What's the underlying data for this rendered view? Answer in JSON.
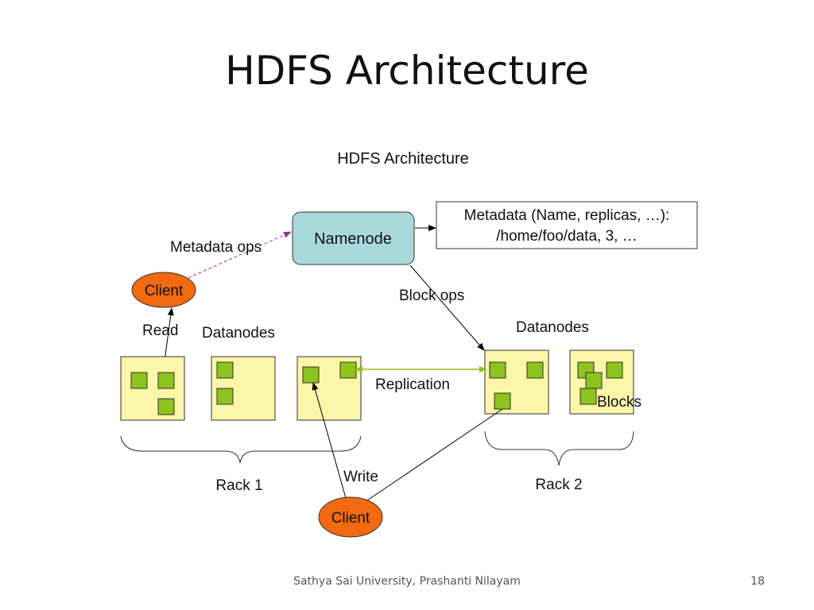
{
  "slide": {
    "title": "HDFS Architecture",
    "footer": "Sathya Sai University, Prashanti Nilayam",
    "page_number": "18"
  },
  "diagram": {
    "title": "HDFS Architecture",
    "namenode": "Namenode",
    "metadata_line1": "Metadata (Name, replicas, …):",
    "metadata_line2": "/home/foo/data, 3, …",
    "metadata_ops": "Metadata ops",
    "block_ops": "Block ops",
    "client_read": "Client",
    "client_write": "Client",
    "read": "Read",
    "write": "Write",
    "datanodes_left": "Datanodes",
    "datanodes_right": "Datanodes",
    "replication": "Replication",
    "blocks": "Blocks",
    "rack1": "Rack 1",
    "rack2": "Rack 2"
  },
  "colors": {
    "namenode_fill": "#a8d8dc",
    "client_fill": "#f26a0f",
    "datanode_fill": "#fbf6a8",
    "block_fill": "#8dc21f",
    "replication_arrow": "#8dc21f",
    "metadata_ops_arrow": "#993399"
  }
}
